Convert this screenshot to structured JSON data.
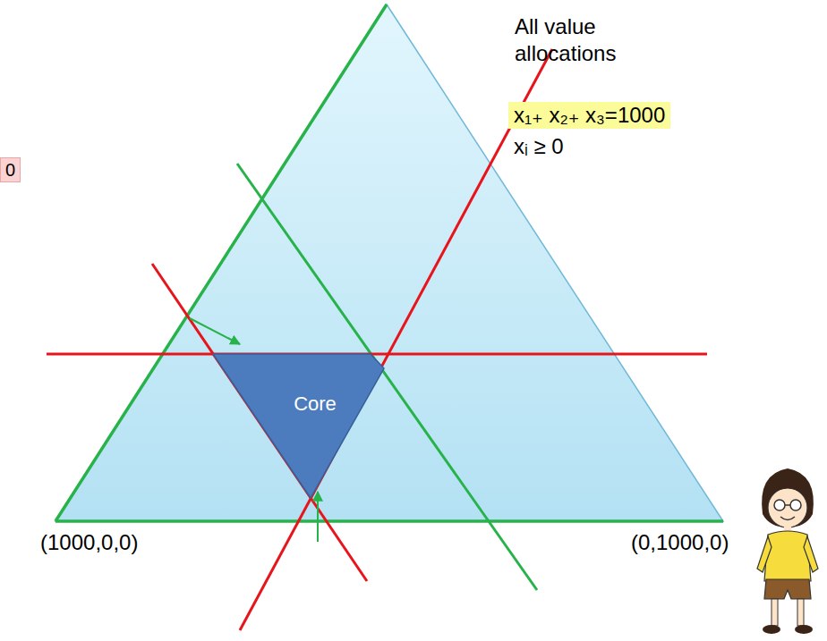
{
  "diagram": {
    "nodes": [
      {
        "text": [
          "Core"
        ]
      }
    ],
    "labels": [
      "All value allocations",
      "x₁₊ x₂₊ x₃=1000",
      "xᵢ ≥ 0",
      "(1000,0,0)",
      "(0,1000,0)",
      "0"
    ]
  }
}
